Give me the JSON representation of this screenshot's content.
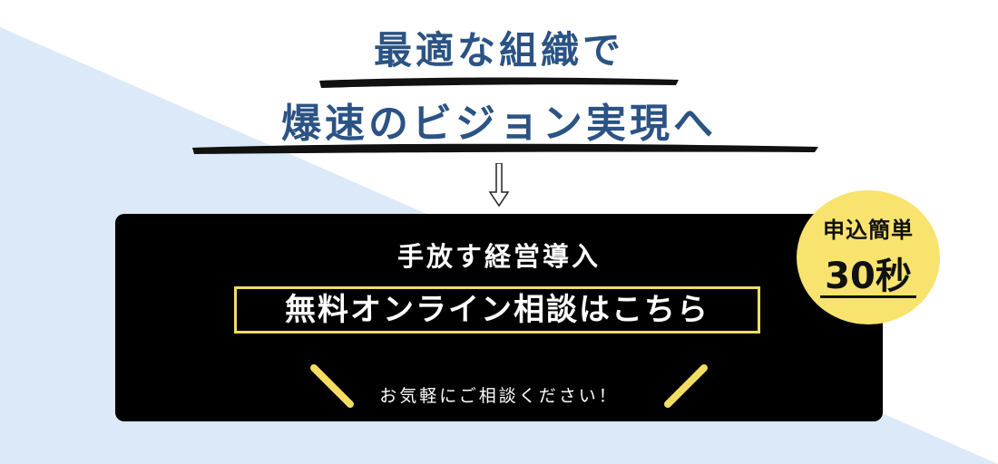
{
  "headline": {
    "line1": "最適な組織で",
    "line2": "爆速のビジョン実現へ"
  },
  "cta": {
    "subtitle": "手放す経営導入",
    "main_label": "無料オンライン相談はこちら",
    "note": "お気軽にご相談ください！"
  },
  "badge": {
    "top": "申込簡単",
    "number": "30秒"
  },
  "colors": {
    "headline": "#2b5384",
    "background_triangle": "#dbe9f8",
    "cta_background": "#000000",
    "accent_yellow": "#f3dc63",
    "badge_yellow": "#f8e36e"
  },
  "icons": [
    "down-arrow-icon",
    "sparkle-left-icon",
    "sparkle-right-icon"
  ]
}
